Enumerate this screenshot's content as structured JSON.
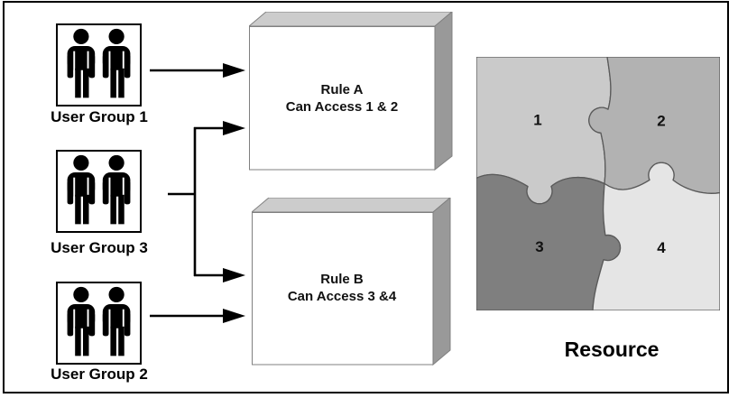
{
  "user_groups": [
    {
      "label": "User Group 1"
    },
    {
      "label": "User Group 3"
    },
    {
      "label": "User Group 2"
    }
  ],
  "rules": [
    {
      "title": "Rule A",
      "subtitle": "Can Access 1 & 2"
    },
    {
      "title": "Rule B",
      "subtitle": "Can Access 3 &4"
    }
  ],
  "resource": {
    "label": "Resource",
    "pieces": [
      {
        "number": "1",
        "color": "#cacaca"
      },
      {
        "number": "2",
        "color": "#b2b2b2"
      },
      {
        "number": "3",
        "color": "#7f7f7f"
      },
      {
        "number": "4",
        "color": "#e5e5e5"
      }
    ]
  },
  "icons": {
    "user_group": "two-people-icon"
  },
  "colors": {
    "outline": "#000000",
    "rule_box_front": "#ffffff",
    "rule_box_top": "#cccccc",
    "rule_box_side": "#999999",
    "rule_box_border": "#808080",
    "puzzle_stroke": "#5a5a5a"
  }
}
